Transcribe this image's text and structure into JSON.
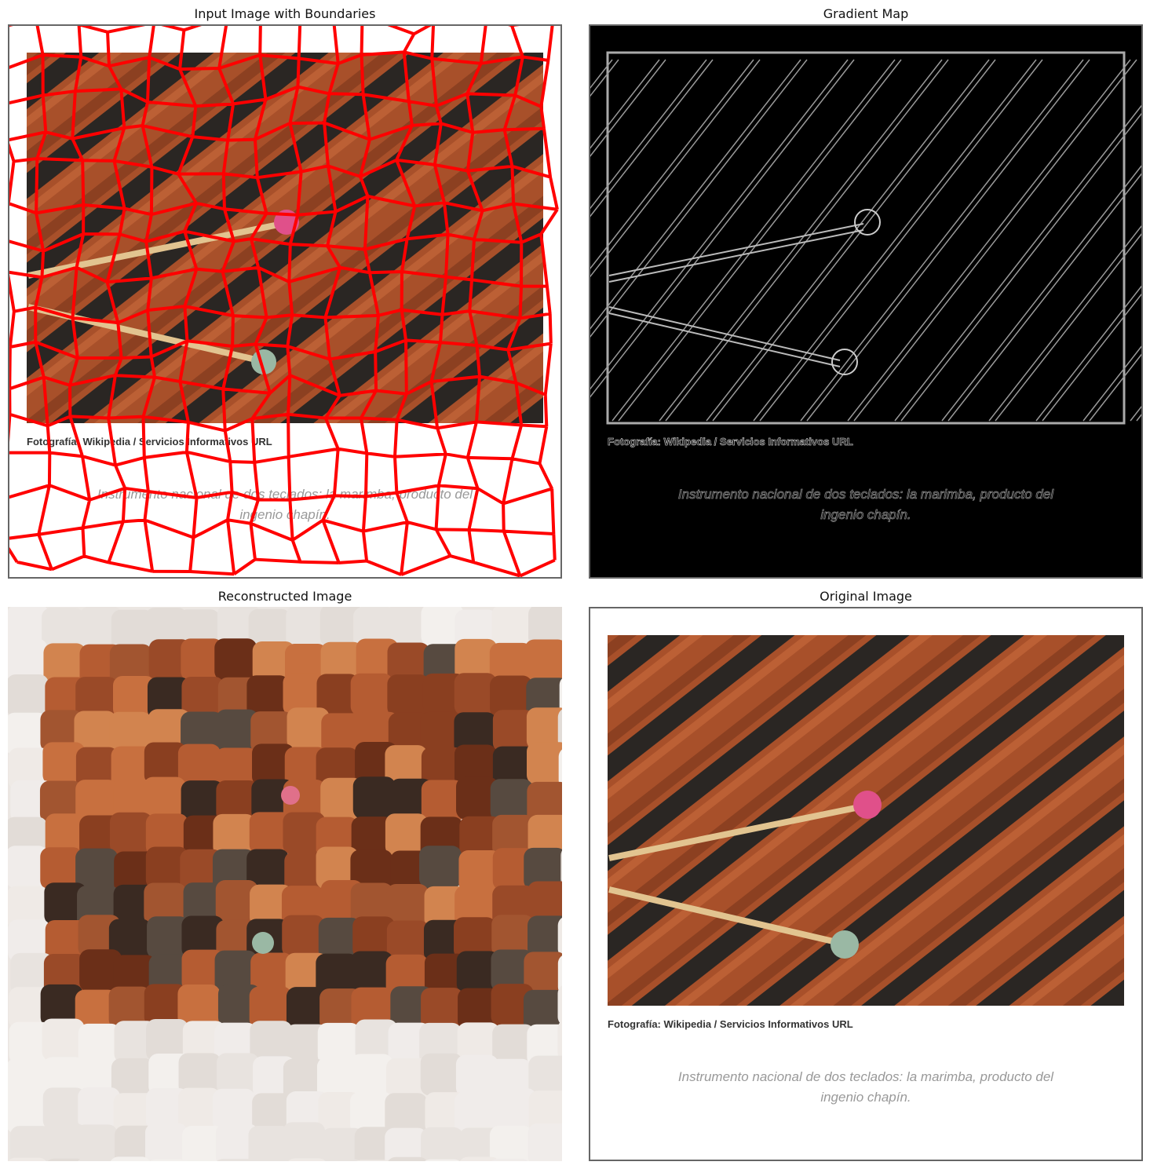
{
  "figure": {
    "panels": [
      {
        "title": "Input Image with Boundaries"
      },
      {
        "title": "Gradient Map"
      },
      {
        "title": "Reconstructed Image"
      },
      {
        "title": "Original Image"
      }
    ]
  },
  "photo": {
    "credit": "Fotografía: Wikipedia  / Servicios Informativos URL",
    "caption_line1": "Instrumento nacional de dos teclados: la marimba, producto del",
    "caption_line2": "ingenio chapín."
  },
  "colors": {
    "boundary": "#ff0000",
    "wood_dark": "#5a2a14",
    "wood_mid": "#a8502a",
    "wood_light": "#c96a3c",
    "gap": "#2a2623",
    "mallet_pink": "#e0508a",
    "mallet_green": "#9ab8a4",
    "stick": "#e2c490"
  }
}
